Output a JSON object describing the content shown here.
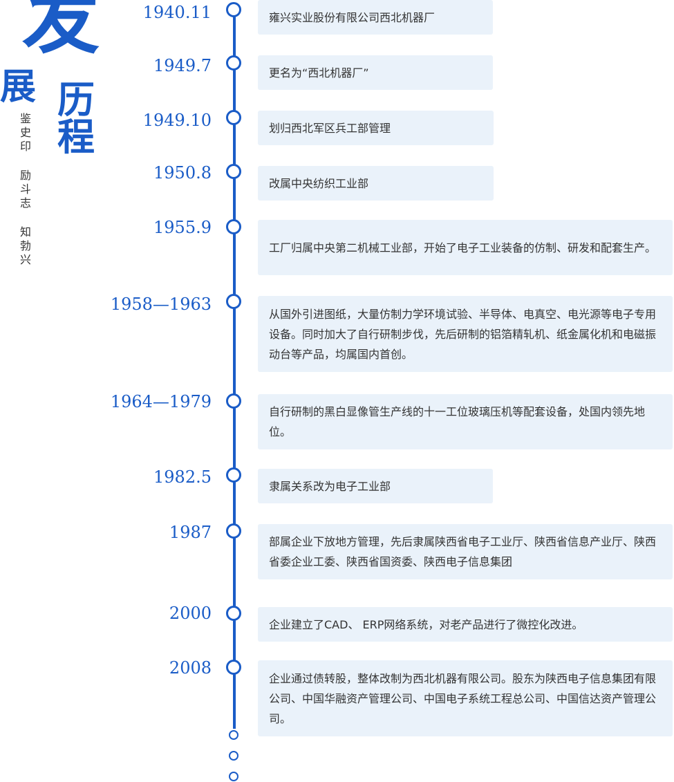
{
  "heading": {
    "fa": "发",
    "zhan": "展",
    "li": "历",
    "cheng": "程"
  },
  "slogans": [
    "鉴史印",
    "励斗志",
    "知勃兴"
  ],
  "timeline": [
    {
      "year": "1940.11",
      "text": "雍兴实业股份有限公司西北机器厂"
    },
    {
      "year": "1949.7",
      "text": "更名为“西北机器厂”"
    },
    {
      "year": "1949.10",
      "text": "划归西北军区兵工部管理"
    },
    {
      "year": "1950.8",
      "text": "改属中央纺织工业部"
    },
    {
      "year": "1955.9",
      "text": "工厂归属中央第二机械工业部，开始了电子工业装备的仿制、研发和配套生产。"
    },
    {
      "year": "1958—1963",
      "text": "从国外引进图纸，大量仿制力学环境试验、半导体、电真空、电光源等电子专用设备。同时加大了自行研制步伐，先后研制的铝箔精轧机、纸金属化机和电磁振动台等产品，均属国内首创。"
    },
    {
      "year": "1964—1979",
      "text": "自行研制的黑白显像管生产线的十一工位玻璃压机等配套设备，处国内领先地位。"
    },
    {
      "year": "1982.5",
      "text": "隶属关系改为电子工业部"
    },
    {
      "year": "1987",
      "text": "部属企业下放地方管理，先后隶属陕西省电子工业厅、陕西省信息产业厅、陕西省委企业工委、陕西省国资委、陕西电子信息集团"
    },
    {
      "year": "2000",
      "text": "企业建立了CAD、 ERP网络系统，对老产品进行了微控化改进。"
    },
    {
      "year": "2008",
      "text": "企业通过债转股，整体改制为西北机器有限公司。股东为陕西电子信息集团有限公司、中国华融资产管理公司、中国电子系统工程总公司、中国信达资产管理公司。"
    }
  ]
}
